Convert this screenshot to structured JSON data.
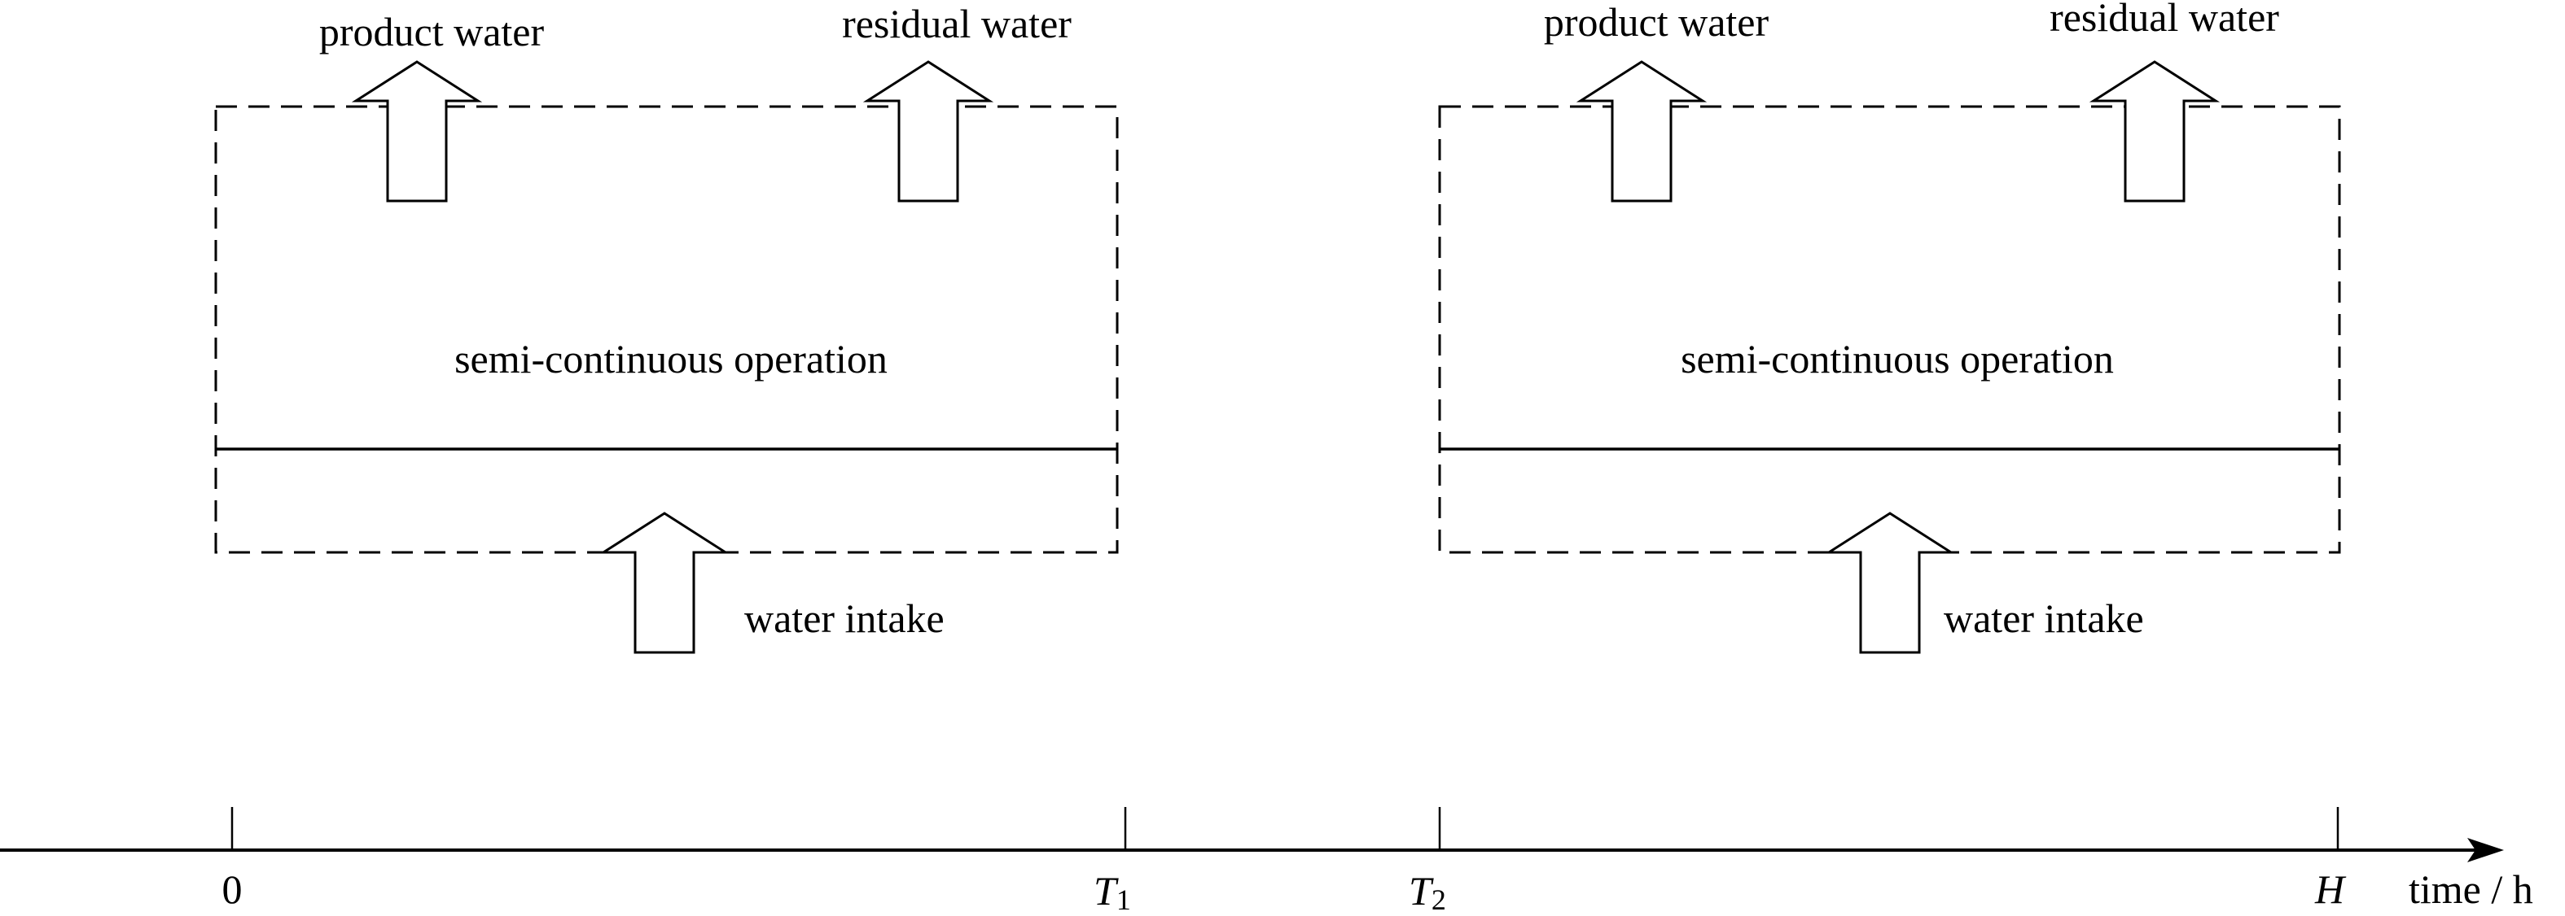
{
  "phases": [
    {
      "operation_label": "semi-continuous operation",
      "outputs": [
        "product water",
        "residual water"
      ],
      "input": "water intake"
    },
    {
      "operation_label": "semi-continuous operation",
      "outputs": [
        "product water",
        "residual water"
      ],
      "input": "water intake"
    }
  ],
  "axis": {
    "ticks": [
      {
        "main": "0",
        "sub": ""
      },
      {
        "main": "T",
        "sub": "1"
      },
      {
        "main": "T",
        "sub": "2"
      },
      {
        "main": "H",
        "sub": ""
      }
    ],
    "label": "time / h"
  },
  "colors": {
    "stroke": "#000000",
    "background": "#ffffff"
  }
}
